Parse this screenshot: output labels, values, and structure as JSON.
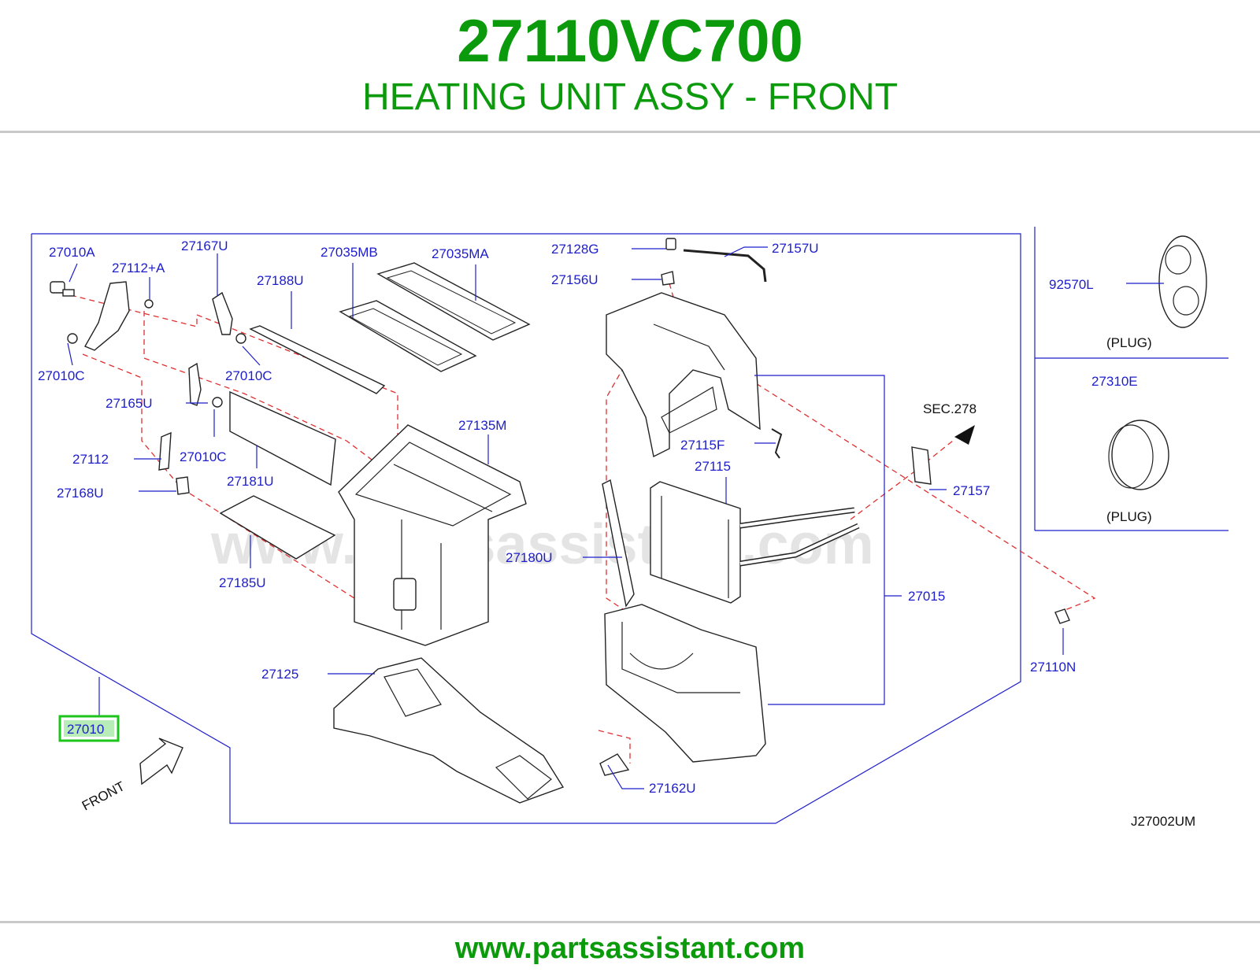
{
  "header": {
    "part_number": "27110VC700",
    "part_name": "HEATING UNIT ASSY - FRONT"
  },
  "footer": {
    "website": "www.partsassistant.com"
  },
  "diagram": {
    "watermark": "www.partsassistant.com",
    "diagram_code": "J27002UM",
    "front_label": "FRONT",
    "sec_ref": "SEC.278",
    "plug_label_1": "(PLUG)",
    "plug_label_2": "(PLUG)",
    "highlight_color": "#1cc41c",
    "labels": {
      "p27010A": "27010A",
      "p27112A": "27112+A",
      "p27167U": "27167U",
      "p27035MB": "27035MB",
      "p27035MA": "27035MA",
      "p27188U": "27188U",
      "p27010C_1": "27010C",
      "p27010C_2": "27010C",
      "p27010C_3": "27010C",
      "p27165U": "27165U",
      "p27112": "27112",
      "p27168U": "27168U",
      "p27181U": "27181U",
      "p27135M": "27135M",
      "p27185U": "27185U",
      "p27125": "27125",
      "p27010": "27010",
      "p27128G": "27128G",
      "p27156U": "27156U",
      "p27157U": "27157U",
      "p27115F": "27115F",
      "p27115": "27115",
      "p27180U": "27180U",
      "p27015": "27015",
      "p27157": "27157",
      "p27110N": "27110N",
      "p27162U": "27162U",
      "p92570L": "92570L",
      "p27310E": "27310E"
    }
  }
}
